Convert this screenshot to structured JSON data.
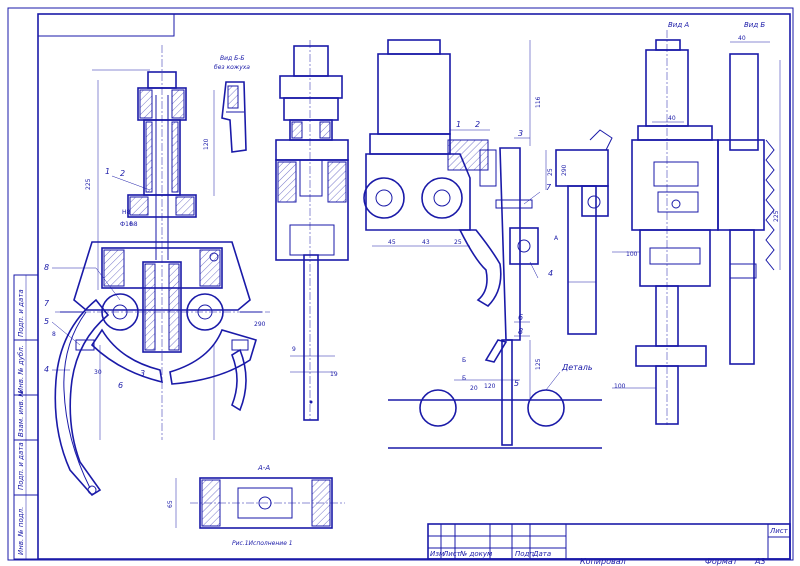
{
  "colors": {
    "ink": "#1a1aa8",
    "paper": "#ffffff"
  },
  "view_labels": {
    "view_b_b": "Вид Б-Б",
    "without_cover": "без кожуха",
    "view_a": "Вид А",
    "view_b": "Вид Б",
    "section_a_a": "А-А",
    "variant_caption": "Рис.1Исполнение 1",
    "detail_label": "Деталь"
  },
  "callouts": [
    "1",
    "2",
    "3",
    "4",
    "5",
    "6",
    "7",
    "8",
    "1",
    "2",
    "3",
    "4",
    "5",
    "6",
    "7",
    "8"
  ],
  "dimensions": {
    "left_view": [
      "225",
      "120",
      "Ф16",
      "Н8",
      "h8",
      "290",
      "30",
      "8"
    ],
    "narrow_view": [
      "9",
      "19"
    ],
    "center_view": [
      "45",
      "43",
      "25",
      "116",
      "25",
      "125",
      "120",
      "20",
      "Б",
      "Б",
      "А"
    ],
    "right_view": [
      "290",
      "100",
      "40",
      "100",
      "40",
      "225"
    ],
    "section_view": [
      "65"
    ]
  },
  "side_stamp": [
    "Инв. № подл.",
    "Подп. и дата",
    "Взам. инв. №",
    "Инв. № дубл.",
    "Подп. и дата"
  ],
  "title_block": {
    "headers": [
      "Изм",
      "Лист",
      "№ докум",
      "Подп",
      "Дата"
    ],
    "sheet_label": "Лист",
    "copied": "Копировал",
    "format_label": "Формат",
    "format_value": "А3"
  }
}
